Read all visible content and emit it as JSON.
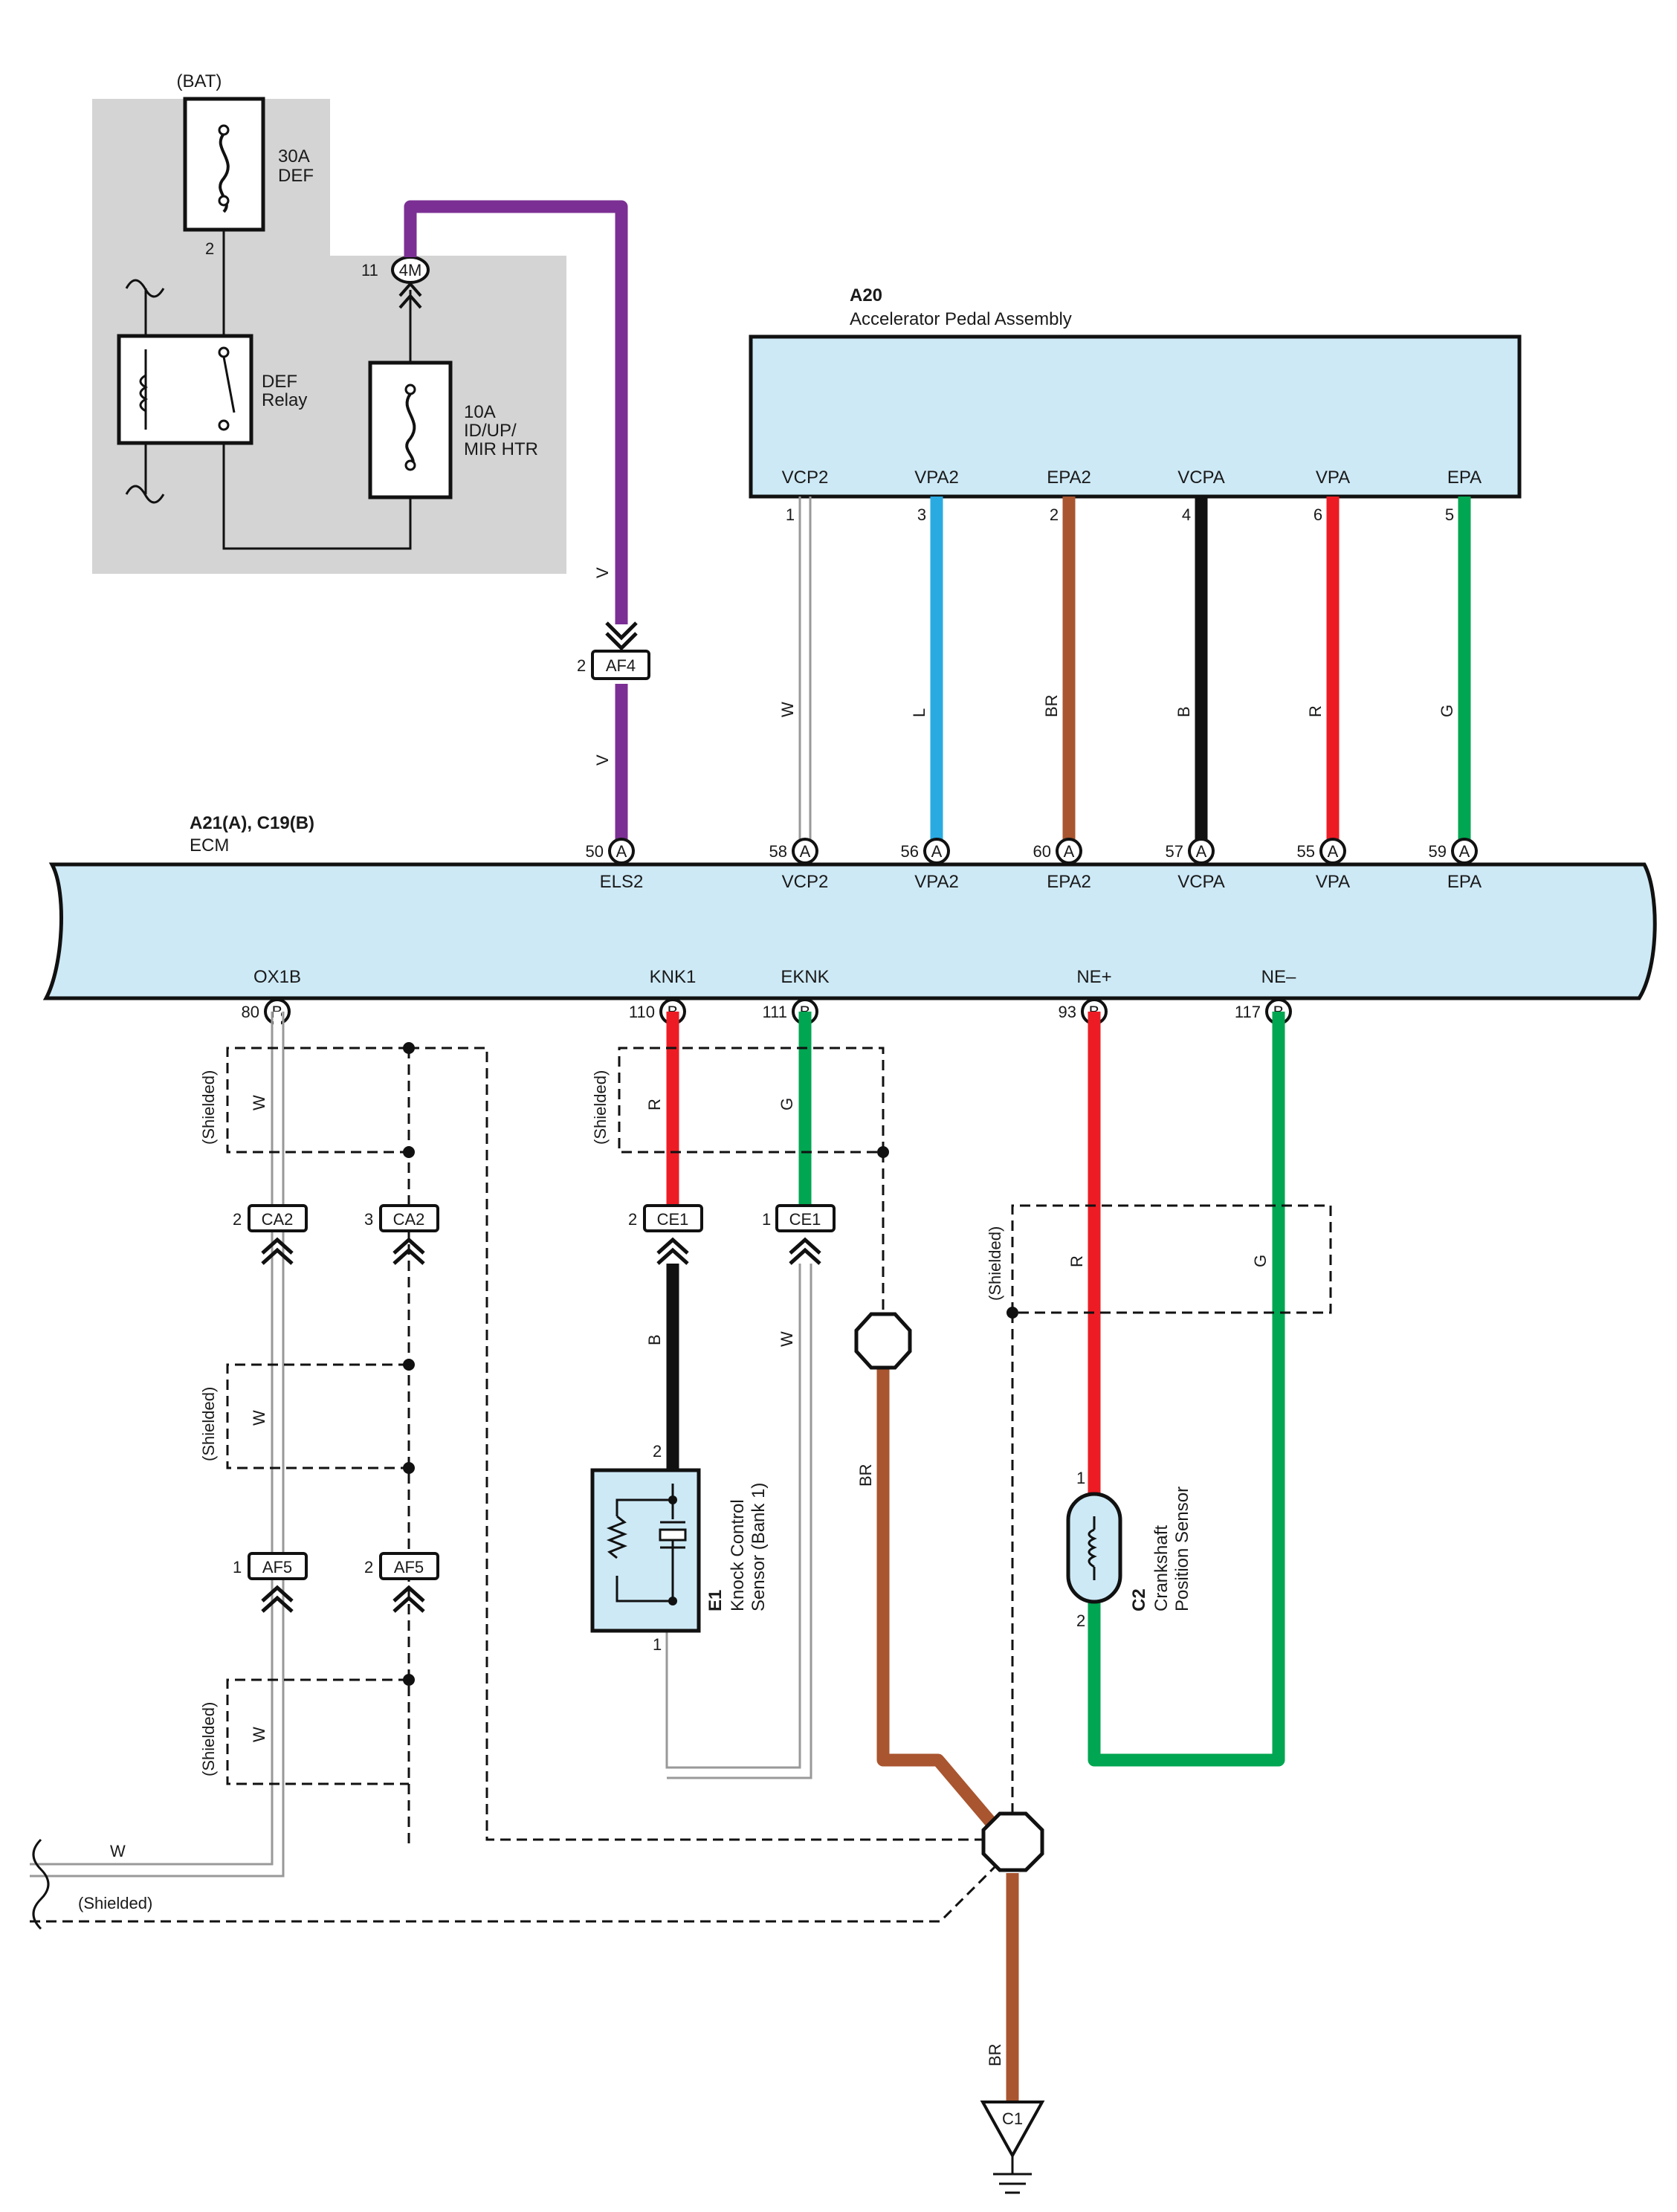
{
  "fuse_block": {
    "bat_label": "(BAT)",
    "fuse_def": {
      "rating": "30A",
      "name": "DEF",
      "pin": "2"
    },
    "relay": {
      "line1": "DEF",
      "line2": "Relay"
    },
    "fuse_mir": {
      "rating": "10A",
      "line2": "ID/UP/",
      "line3": "MIR HTR"
    },
    "conn_4m": {
      "label": "4M",
      "pin": "11"
    }
  },
  "pedal": {
    "id": "A20",
    "name": "Accelerator Pedal Assembly",
    "terminals": [
      {
        "name": "VCP2",
        "pin": "1",
        "wire": "W"
      },
      {
        "name": "VPA2",
        "pin": "3",
        "wire": "L"
      },
      {
        "name": "EPA2",
        "pin": "2",
        "wire": "BR"
      },
      {
        "name": "VCPA",
        "pin": "4",
        "wire": "B"
      },
      {
        "name": "VPA",
        "pin": "6",
        "wire": "R"
      },
      {
        "name": "EPA",
        "pin": "5",
        "wire": "G"
      }
    ]
  },
  "af4": {
    "label": "AF4",
    "pin": "2",
    "wire": "V"
  },
  "ecm": {
    "id": "A21(A), C19(B)",
    "name": "ECM",
    "top_pins": [
      {
        "pin": "50",
        "conn": "A",
        "name": "ELS2"
      },
      {
        "pin": "58",
        "conn": "A",
        "name": "VCP2"
      },
      {
        "pin": "56",
        "conn": "A",
        "name": "VPA2"
      },
      {
        "pin": "60",
        "conn": "A",
        "name": "EPA2"
      },
      {
        "pin": "57",
        "conn": "A",
        "name": "VCPA"
      },
      {
        "pin": "55",
        "conn": "A",
        "name": "VPA"
      },
      {
        "pin": "59",
        "conn": "A",
        "name": "EPA"
      }
    ],
    "bottom_pins": [
      {
        "pin": "80",
        "conn": "B",
        "name": "OX1B"
      },
      {
        "pin": "110",
        "conn": "B",
        "name": "KNK1"
      },
      {
        "pin": "111",
        "conn": "B",
        "name": "EKNK"
      },
      {
        "pin": "93",
        "conn": "B",
        "name": "NE+"
      },
      {
        "pin": "117",
        "conn": "B",
        "name": "NE–"
      }
    ]
  },
  "shielded": "(Shielded)",
  "w": "W",
  "connectors": {
    "ca2_1": {
      "label": "CA2",
      "pin": "2"
    },
    "ca2_2": {
      "label": "CA2",
      "pin": "3"
    },
    "af5_1": {
      "label": "AF5",
      "pin": "1"
    },
    "af5_2": {
      "label": "AF5",
      "pin": "2"
    },
    "ce1_1": {
      "label": "CE1",
      "pin": "2"
    },
    "ce1_2": {
      "label": "CE1",
      "pin": "1"
    }
  },
  "knock": {
    "id": "E1",
    "line1": "Knock Control",
    "line2": "Sensor (Bank 1)",
    "pin_top": "2",
    "pin_bot": "1"
  },
  "crank": {
    "id": "C2",
    "line1": "Crankshaft",
    "line2": "Position Sensor",
    "pin_top": "1",
    "pin_bot": "2"
  },
  "wires": {
    "r": "R",
    "g": "G",
    "b": "B",
    "w": "W",
    "br": "BR"
  },
  "ground": {
    "label": "C1"
  },
  "colors": {
    "violet": "#7b2f94",
    "blue": "#29abe2",
    "brown": "#a9552f",
    "black": "#111111",
    "red": "#ed1c24",
    "green": "#00a651",
    "white_wire": "#9a9a9a",
    "grey_block": "#d4d4d4",
    "component_fill": "#cde9f6"
  }
}
